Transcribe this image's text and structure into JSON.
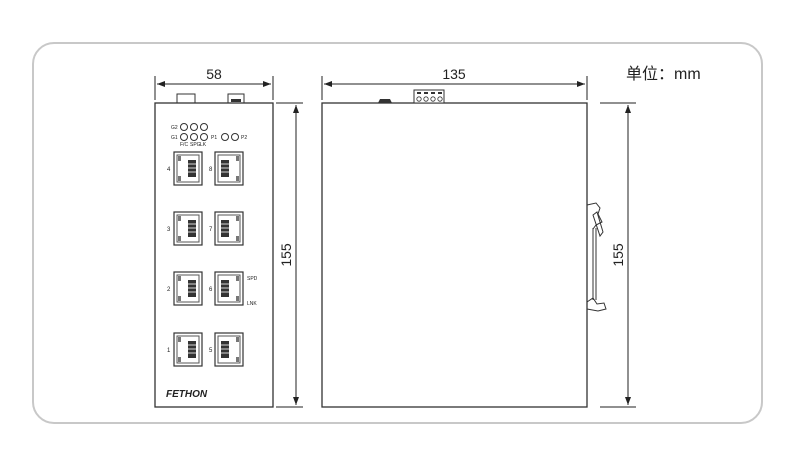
{
  "unit_label": "单位：mm",
  "front_view": {
    "width_dim": "58",
    "height_dim": "155",
    "led_labels": {
      "g2": "G2",
      "g1": "G1",
      "fc": "F/C",
      "spg": "SPG",
      "lk": "LK",
      "p1": "P1",
      "p2": "P2"
    },
    "port_labels_left": [
      "4",
      "3",
      "2",
      "1"
    ],
    "port_labels_right": [
      "8",
      "7",
      "6",
      "5"
    ],
    "spd_label": "SPD",
    "lnk_label": "LNK",
    "brand": "FETHON"
  },
  "side_view": {
    "width_dim": "135",
    "height_dim": "155"
  }
}
